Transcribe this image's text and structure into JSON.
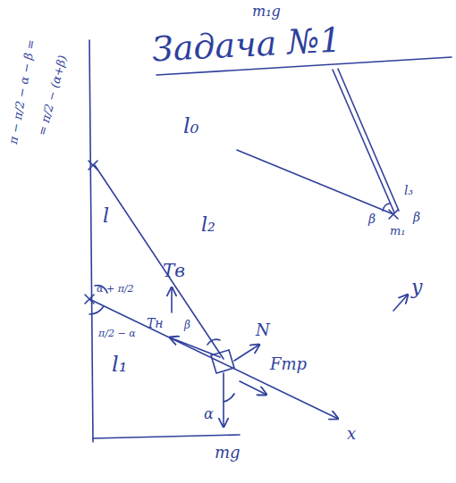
{
  "diagram": {
    "title": "Задача №1",
    "labels": [
      "m₁g",
      "π − π/2 − α − β =",
      "= π/2 − (α+β)",
      "l",
      "l₂",
      "l₀",
      "β",
      "l₃",
      "β",
      "m₁",
      "α + π/2",
      "π/2 − α",
      "Tв",
      "Tн",
      "β",
      "N",
      "Fтр",
      "α",
      "mg",
      "l₁",
      "y",
      "x"
    ]
  }
}
